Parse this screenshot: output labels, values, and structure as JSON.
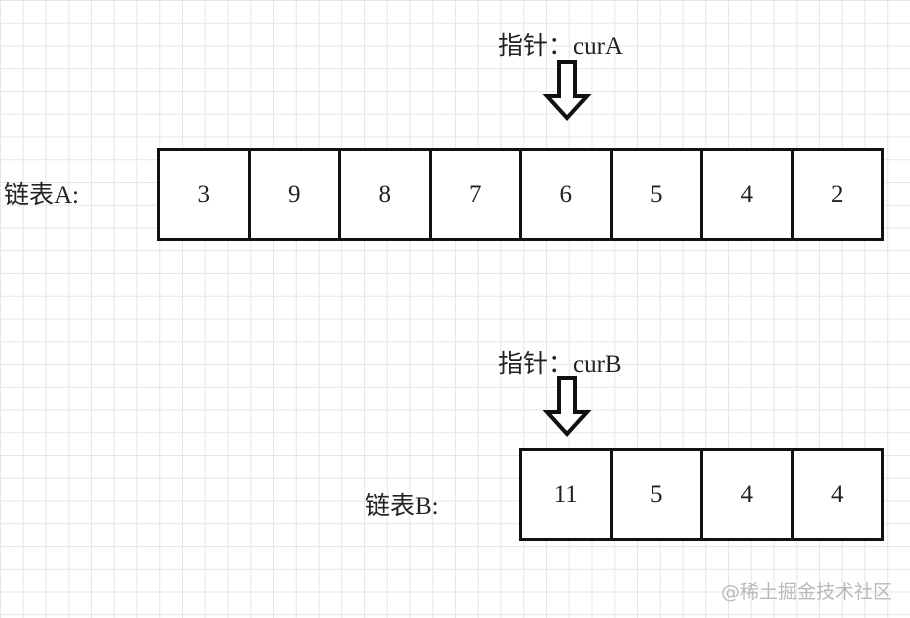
{
  "pointer_a": {
    "prefix": "指针：",
    "name": "curA"
  },
  "pointer_b": {
    "prefix": "指针：",
    "name": "curB"
  },
  "list_a": {
    "label": "链表A:",
    "values": [
      "3",
      "9",
      "8",
      "7",
      "6",
      "5",
      "4",
      "2"
    ]
  },
  "list_b": {
    "label": "链表B:",
    "values": [
      "11",
      "5",
      "4",
      "4"
    ]
  },
  "watermark": "@稀土掘金技术社区"
}
